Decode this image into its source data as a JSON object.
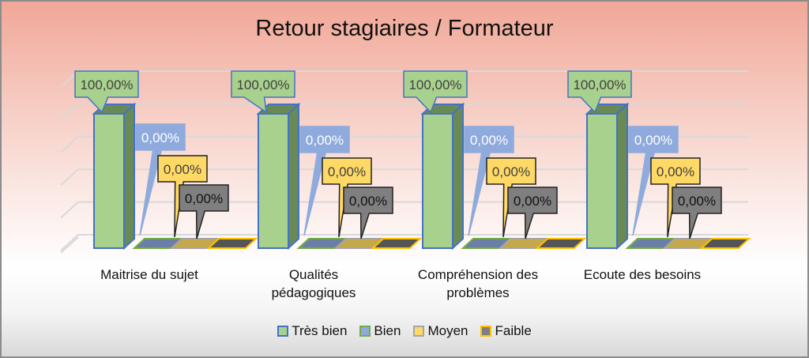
{
  "chart_data": {
    "type": "bar",
    "title": "Retour stagiaires / Formateur",
    "categories": [
      "Maitrise du sujet",
      "Qualités pédagogiques",
      "Compréhension des problèmes",
      "Ecoute des besoins"
    ],
    "category_lines": [
      [
        "Maitrise du sujet"
      ],
      [
        "Qualités",
        "pédagogiques"
      ],
      [
        "Compréhension des",
        "problèmes"
      ],
      [
        "Ecoute des besoins"
      ]
    ],
    "series": [
      {
        "name": "Très bien",
        "values": [
          100,
          100,
          100,
          100
        ],
        "labels": [
          "100,00%",
          "100,00%",
          "100,00%",
          "100,00%"
        ],
        "color": "#a9d18e",
        "border": "#4472c4"
      },
      {
        "name": "Bien",
        "values": [
          0,
          0,
          0,
          0
        ],
        "labels": [
          "0,00%",
          "0,00%",
          "0,00%",
          "0,00%"
        ],
        "color": "#8faadc",
        "border": "#70ad47"
      },
      {
        "name": "Moyen",
        "values": [
          0,
          0,
          0,
          0
        ],
        "labels": [
          "0,00%",
          "0,00%",
          "0,00%",
          "0,00%"
        ],
        "color": "#ffd966",
        "border": "#a5a5a5"
      },
      {
        "name": "Faible",
        "values": [
          0,
          0,
          0,
          0
        ],
        "labels": [
          "0,00%",
          "0,00%",
          "0,00%",
          "0,00%"
        ],
        "color": "#7f7f7f",
        "border": "#ffc000"
      }
    ],
    "ylim": [
      0,
      100
    ],
    "grid": true,
    "legend": "bottom",
    "three_d": true
  }
}
